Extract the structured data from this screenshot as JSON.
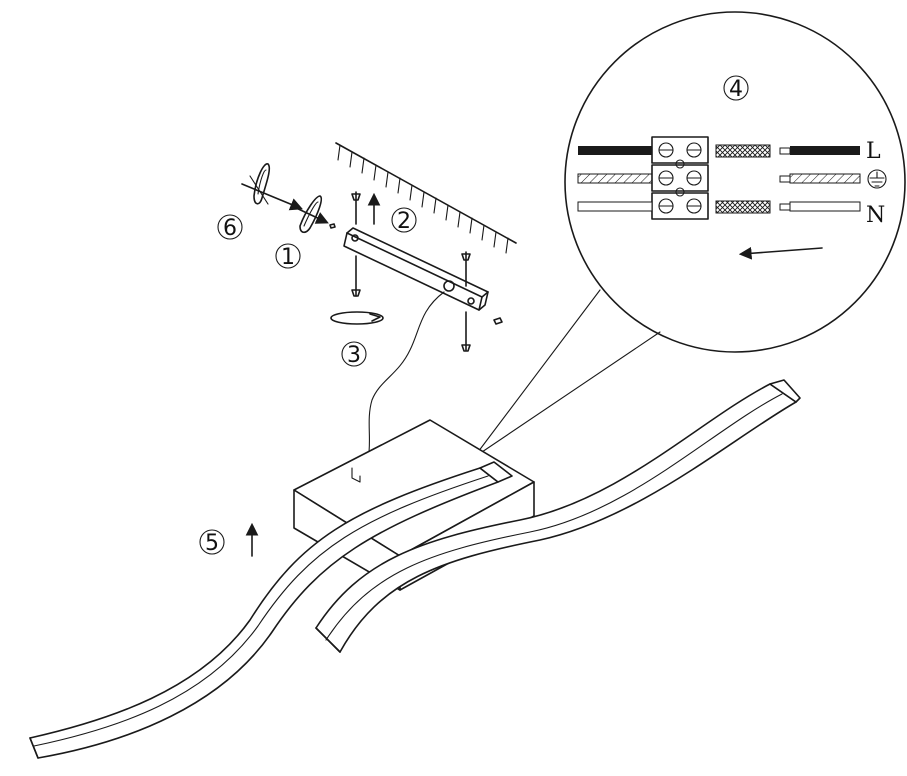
{
  "steps": {
    "one": "1",
    "two": "2",
    "three": "3",
    "four": "4",
    "five": "5",
    "six": "6"
  },
  "wiring": {
    "live": "L",
    "neutral": "N",
    "earth_symbol": "earth-ground"
  },
  "colors": {
    "line": "#1a1a1a",
    "background": "#ffffff"
  }
}
